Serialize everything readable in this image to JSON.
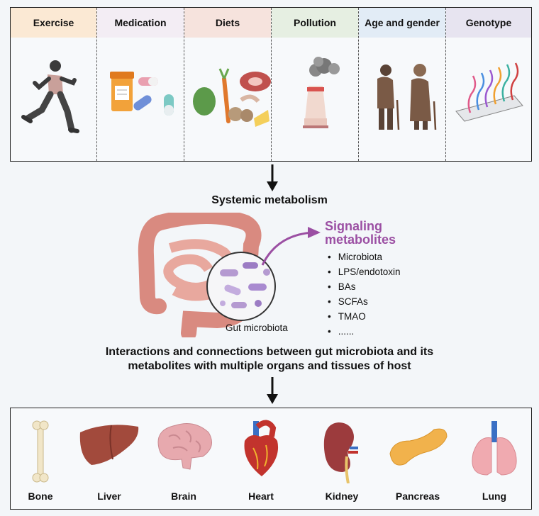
{
  "factors": [
    {
      "label": "Exercise",
      "color": "#fbe9d4",
      "icon": "runner-icon"
    },
    {
      "label": "Medication",
      "color": "#f3edf4",
      "icon": "pills-icon"
    },
    {
      "label": "Diets",
      "color": "#f6e3dd",
      "icon": "food-icon"
    },
    {
      "label": "Pollution",
      "color": "#e6efe2",
      "icon": "factory-smoke-icon"
    },
    {
      "label": "Age and gender",
      "color": "#e2ecf6",
      "icon": "elderly-couple-icon"
    },
    {
      "label": "Genotype",
      "color": "#e7e4f0",
      "icon": "dna-chip-icon"
    }
  ],
  "center": {
    "heading": "Systemic metabolism",
    "microbiota_label": "Gut microbiota",
    "signaling_title_line1": "Signaling",
    "signaling_title_line2": "metabolites",
    "signaling_color": "#9b4fa3",
    "metabolites": [
      "Microbiota",
      "LPS/endotoxin",
      "BAs",
      "SCFAs",
      "TMAO",
      "......"
    ],
    "interaction_line1": "Interactions and connections between gut microbiota and its",
    "interaction_line2": "metabolites with multiple organs and tissues of host"
  },
  "organs": [
    {
      "label": "Bone",
      "icon": "bone-icon"
    },
    {
      "label": "Liver",
      "icon": "liver-icon"
    },
    {
      "label": "Brain",
      "icon": "brain-icon"
    },
    {
      "label": "Heart",
      "icon": "heart-icon"
    },
    {
      "label": "Kidney",
      "icon": "kidney-icon"
    },
    {
      "label": "Pancreas",
      "icon": "pancreas-icon"
    },
    {
      "label": "Lung",
      "icon": "lung-icon"
    }
  ]
}
